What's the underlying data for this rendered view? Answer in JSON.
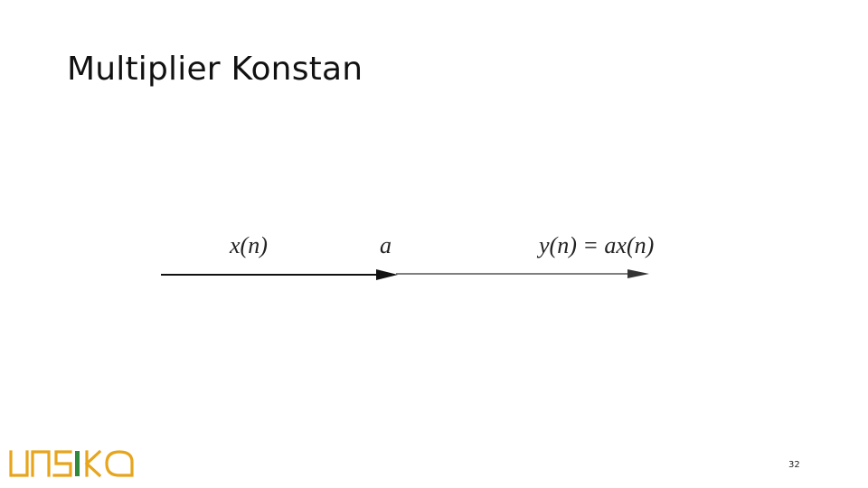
{
  "slide": {
    "title": "Multiplier Konstan",
    "page_number": "32"
  },
  "diagram": {
    "input_label": "x(n)",
    "multiplier_label": "a",
    "output_label": "y(n) = ax(n)"
  },
  "logo": {
    "text": "UNSIKA",
    "colors": {
      "primary": "#e6a51c",
      "accent": "#2f8a3c"
    }
  }
}
